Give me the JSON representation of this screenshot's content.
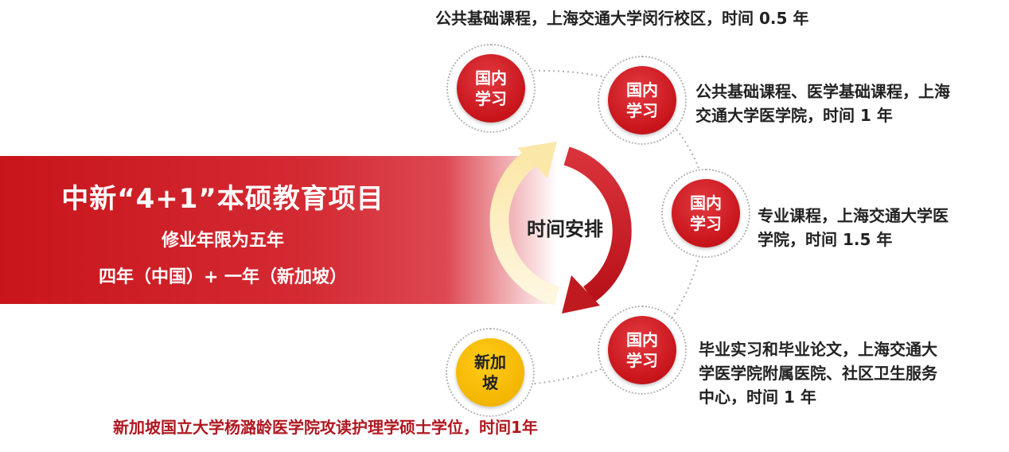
{
  "banner": {
    "title": "中新“4+1”本硕教育项目",
    "line1": "修业年限为五年",
    "line2": "四年（中国）+ 一年（新加坡）"
  },
  "center": {
    "label": "时间安排"
  },
  "nodes": [
    {
      "line1": "国内",
      "line2": "学习"
    },
    {
      "line1": "国内",
      "line2": "学习"
    },
    {
      "line1": "国内",
      "line2": "学习"
    },
    {
      "line1": "国内",
      "line2": "学习"
    },
    {
      "line1": "新加",
      "line2": "坡"
    }
  ],
  "descriptions": {
    "d1": "公共基础课程，上海交通大学闵行校区，时间 0.5 年",
    "d2_l1": "公共基础课程、医学基础课程，上海",
    "d2_l2": "交通大学医学院，时间 1 年",
    "d3_l1": "专业课程，上海交通大学医",
    "d3_l2": "学院，时间 1.5 年",
    "d4_l1": "毕业实习和毕业论文，上海交通大",
    "d4_l2": "学医学院附属医院、社区卫生服务",
    "d4_l3": "中心，时间 1 年",
    "d5": "新加坡国立大学杨潞龄医学院攻读护理学硕士学位，时间1年"
  },
  "colors": {
    "red": "#c8151b",
    "gold": "#f2b400",
    "cream": "#fdf1c8"
  }
}
